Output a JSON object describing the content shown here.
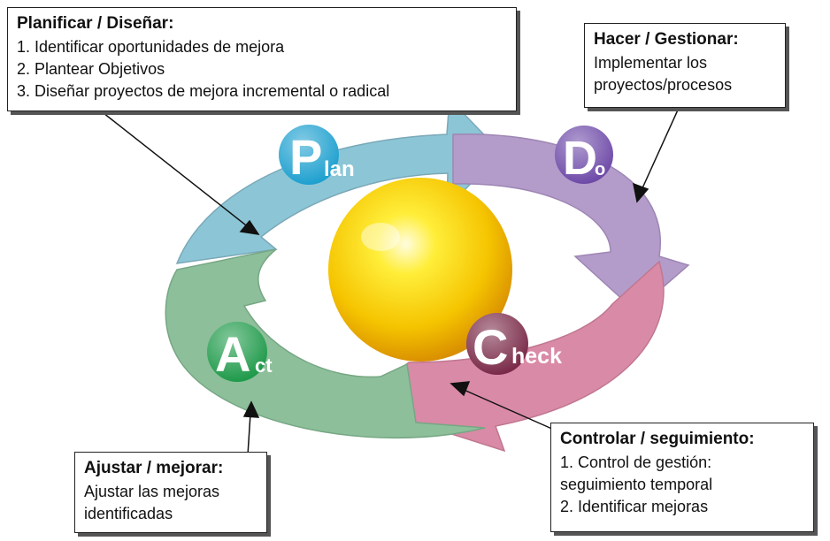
{
  "phases": {
    "plan": {
      "letter": "P",
      "suffix": "lan",
      "title": "Planificar / Diseñar:",
      "lines": [
        "1. Identificar oportunidades de mejora",
        "2. Plantear Objetivos",
        "3. Diseñar proyectos de mejora incremental o radical"
      ],
      "arrow_color": "#8cc6d6",
      "badge_color": "#1ea0cf"
    },
    "do": {
      "letter": "D",
      "suffix": "o",
      "title": "Hacer / Gestionar:",
      "lines": [
        "Implementar los",
        "proyectos/procesos"
      ],
      "arrow_color": "#b39cc9",
      "badge_color": "#6e4aa8"
    },
    "check": {
      "letter": "C",
      "suffix": "heck",
      "title": "Controlar / seguimiento:",
      "lines": [
        "1. Control de gestión:",
        "seguimiento temporal",
        "2. Identificar mejoras"
      ],
      "arrow_color": "#d98aa6",
      "badge_color": "#7a2a48"
    },
    "act": {
      "letter": "A",
      "suffix": "ct",
      "title": "Ajustar / mejorar:",
      "lines": [
        "Ajustar las mejoras",
        "identificadas"
      ],
      "arrow_color": "#8dbf9a",
      "badge_color": "#1f9a4a"
    }
  },
  "sphere_color": "#f5c400"
}
